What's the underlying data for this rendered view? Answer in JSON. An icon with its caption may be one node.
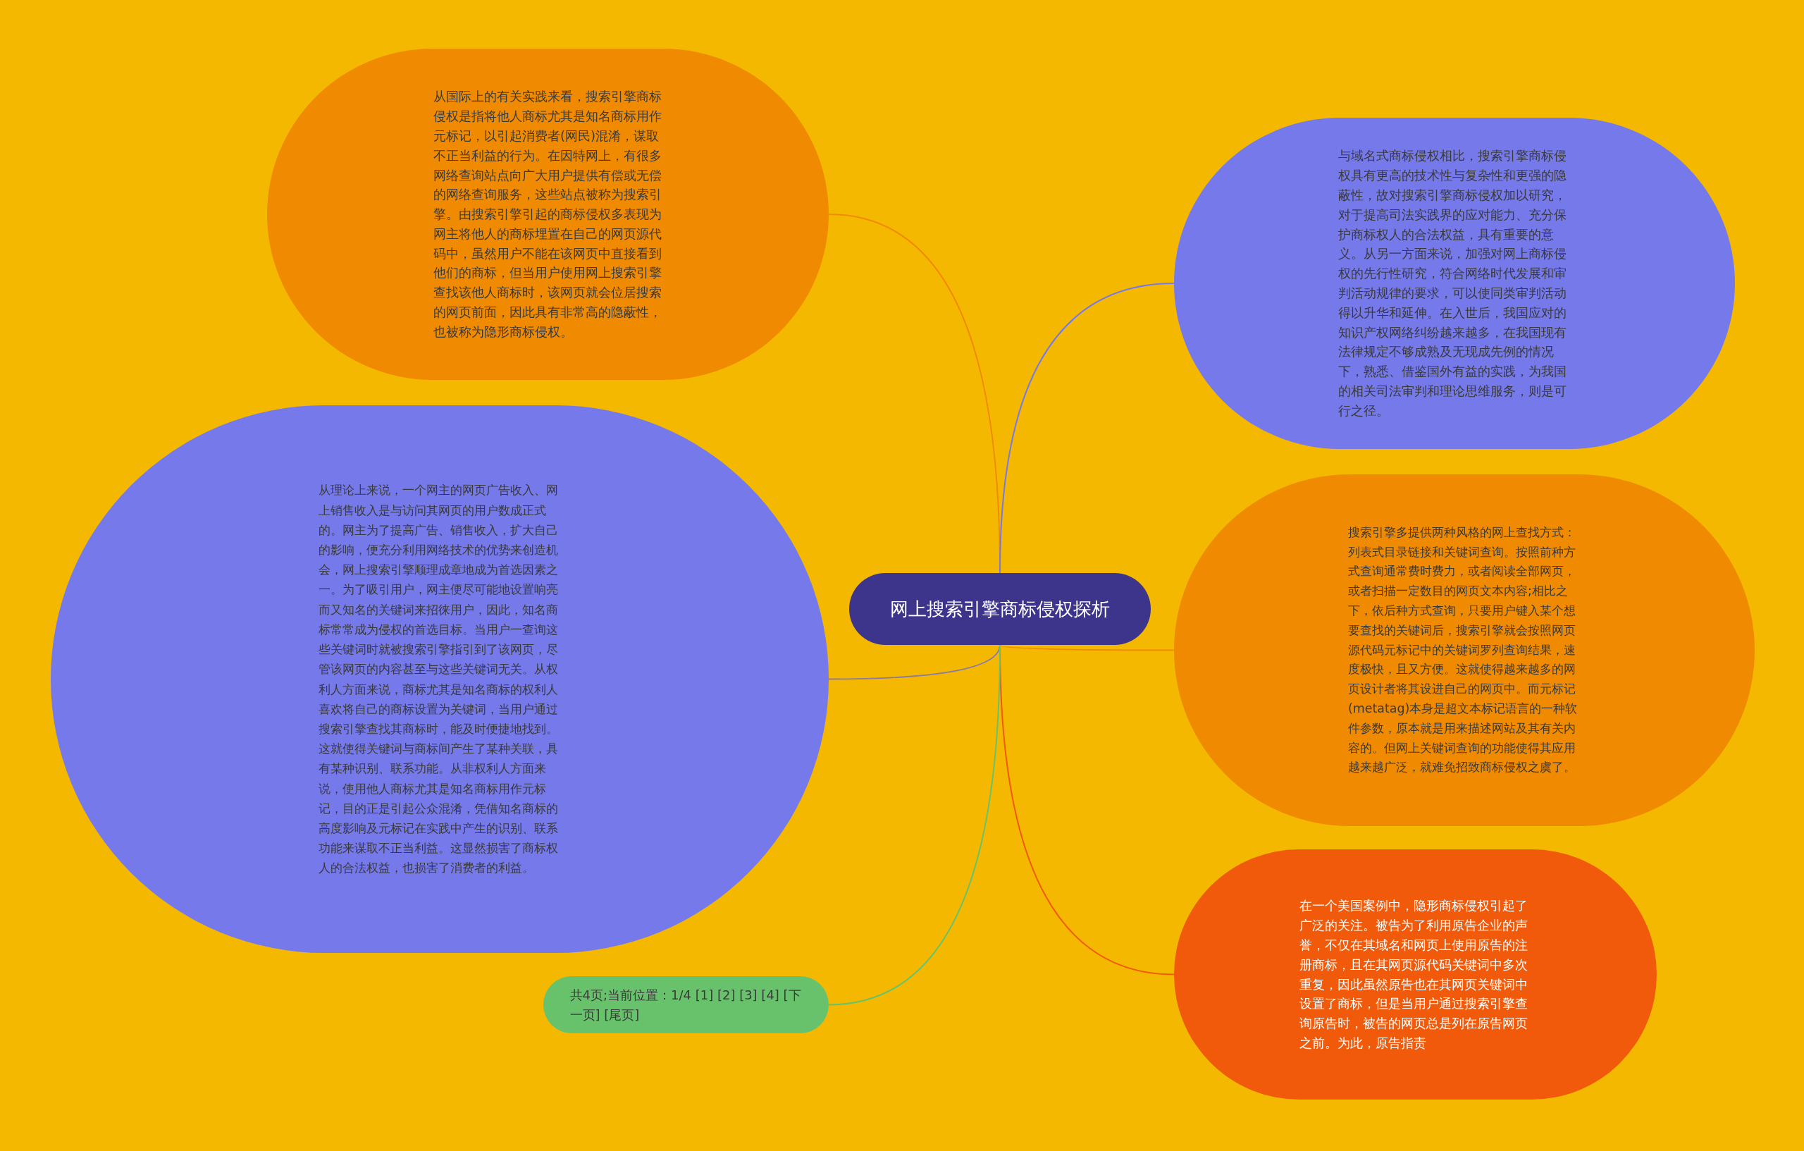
{
  "diagram": {
    "nodes": [
      {
        "text": [
          "网上搜索引擎商标侵权探析"
        ]
      },
      {
        "text": [
          "从国际上的有关实践来看，搜索引擎商标侵权是指将他人商标尤其是知名商标用作元标记，以引起消费者(网民)混淆，谋取不正当利益的行为。在因特网上，有很多网络查询站点向广大用户提供有偿或无偿的网络查询服务，这些站点被称为搜索引擎。由搜索引擎引起的商标侵权多表现为网主将他人的商标埋置在自己的网页源代码中，虽然用户不能在该网页中直接看到他们的商标，但当用户使用网上搜索引擎查找该他人商标时，该网页就会位居搜索的网页前面，因此具有非常高的隐蔽性，也被称为隐形商标侵权。"
        ]
      },
      {
        "text": [
          "与域名式商标侵权相比，搜索引擎商标侵权具有更高的技术性与复杂性和更强的隐蔽性，故对搜索引擎商标侵权加以研究，对于提高司法实践界的应对能力、充分保护商标权人的合法权益，具有重要的意义。从另一方面来说，加强对网上商标侵权的先行性研究，符合网络时代发展和审判活动规律的要求，可以使同类审判活动得以升华和延伸。在入世后，我国应对的知识产权网络纠纷越来越多，在我国现有法律规定不够成熟及无现成先例的情况下，熟悉、借鉴国外有益的实践，为我国的相关司法审判和理论思维服务，则是可行之径。"
        ]
      },
      {
        "text": [
          "从理论上来说，一个网主的网页广告收入、网上销售收入是与访问其网页的用户数成正式的。网主为了提高广告、销售收入，扩大自己的影响，便充分利用网络技术的优势来创造机会，网上搜索引擎顺理成章地成为首选因素之一。为了吸引用户，网主便尽可能地设置响亮而又知名的关键词来招徕用户，因此，知名商标常常成为侵权的首选目标。当用户一查询这些关键词时就被搜索引擎指引到了该网页，尽管该网页的内容甚至与这些关键词无关。从权利人方面来说，商标尤其是知名商标的权利人喜欢将自己的商标设置为关键词，当用户通过搜索引擎查找其商标时，能及时便捷地找到。这就使得关键词与商标间产生了某种关联，具有某种识别、联系功能。从非权利人方面来说，使用他人商标尤其是知名商标用作元标记，目的正是引起公众混淆，凭借知名商标的高度影响及元标记在实践中产生的识别、联系功能来谋取不正当利益。这显然损害了商标权人的合法权益，也损害了消费者的利益。"
        ]
      },
      {
        "text": [
          "搜索引擎多提供两种风格的网上查找方式：列表式目录链接和关键词查询。按照前种方式查询通常费时费力，或者阅读全部网页，或者扫描一定数目的网页文本内容;相比之下，依后种方式查询，只要用户键入某个想要查找的关键词后，搜索引擎就会按照网页源代码元标记中的关键词罗列查询结果，速度极快，且又方便。这就使得越来越多的网页设计者将其设进自己的网页中。而元标记(metatag)本身是超文本标记语言的一种软件参数，原本就是用来描述网站及其有关内容的。但网上关键词查询的功能使得其应用越来越广泛，就难免招致商标侵权之虞了。"
        ]
      },
      {
        "text": [
          "在一个美国案例中，隐形商标侵权引起了广泛的关注。被告为了利用原告企业的声誉，不仅在其域名和网页上使用原告的注册商标，且在其网页源代码关键词中多次重复，因此虽然原告也在其网页关键词中设置了商标，但是当用户通过搜索引擎查询原告时，被告的网页总是列在原告网页之前。为此，原告指责"
        ]
      },
      {
        "text": [
          "共4页;当前位置：1/4 [1] [2] [3] [4] [下一页] [尾页]"
        ]
      }
    ],
    "edges": [
      {
        "from": 0,
        "to": 1,
        "arrow": "none",
        "color": "#f08a00"
      },
      {
        "from": 0,
        "to": 2,
        "arrow": "none",
        "color": "#7579ea"
      },
      {
        "from": 0,
        "to": 3,
        "arrow": "none",
        "color": "#8a7aa8"
      },
      {
        "from": 0,
        "to": 4,
        "arrow": "none",
        "color": "#f08a00"
      },
      {
        "from": 0,
        "to": 5,
        "arrow": "none",
        "color": "#f05a0a"
      },
      {
        "from": 0,
        "to": 6,
        "arrow": "none",
        "color": "#68c26c"
      }
    ]
  }
}
